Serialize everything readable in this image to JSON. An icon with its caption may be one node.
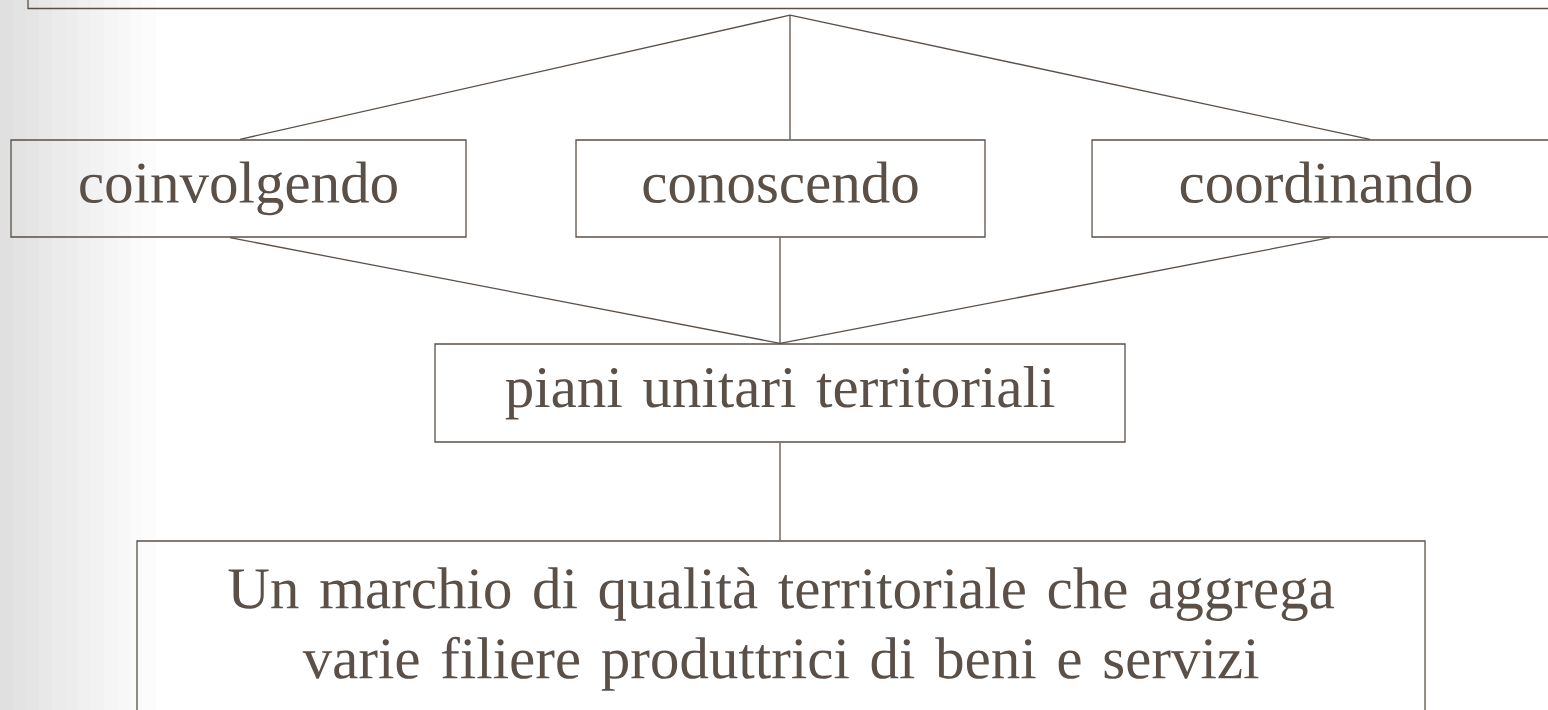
{
  "diagram": {
    "nodes": [
      {
        "text": [],
        "shape": "box"
      },
      {
        "text": [
          "coinvolgendo"
        ]
      },
      {
        "text": [
          "conoscendo"
        ]
      },
      {
        "text": [
          "coordinando"
        ]
      },
      {
        "text": [
          "piani unitari territoriali"
        ]
      },
      {
        "text": [
          "Un marchio di qualità territoriale che aggrega varie filiere produttrici di beni e servizi"
        ]
      }
    ],
    "edges": [
      {
        "from": 0,
        "to": 1,
        "arrow": "none"
      },
      {
        "from": 0,
        "to": 2,
        "arrow": "none"
      },
      {
        "from": 0,
        "to": 3,
        "arrow": "none"
      },
      {
        "from": 1,
        "to": 4,
        "arrow": "none"
      },
      {
        "from": 2,
        "to": 4,
        "arrow": "none"
      },
      {
        "from": 3,
        "to": 4,
        "arrow": "none"
      },
      {
        "from": 4,
        "to": 5,
        "arrow": "none"
      }
    ]
  }
}
